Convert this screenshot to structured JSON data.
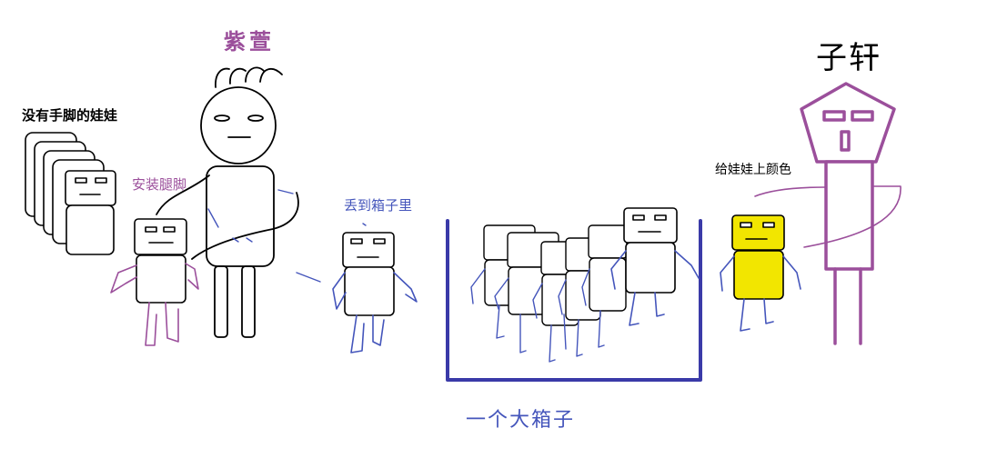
{
  "labels": {
    "dolls_without_limbs": "没有手脚的娃娃",
    "zixuan_girl": "紫萱",
    "attach_legs": "安装腿脚",
    "toss_into_box": "丢到箱子里",
    "big_box": "一个大箱子",
    "color_dolls": "给娃娃上颜色",
    "zixuan_boy": "子轩"
  },
  "colors": {
    "ink": "#000000",
    "purple": "#9b4f9b",
    "blue": "#4455bb",
    "box_blue": "#3a3aa8",
    "yellow": "#f2e600"
  }
}
